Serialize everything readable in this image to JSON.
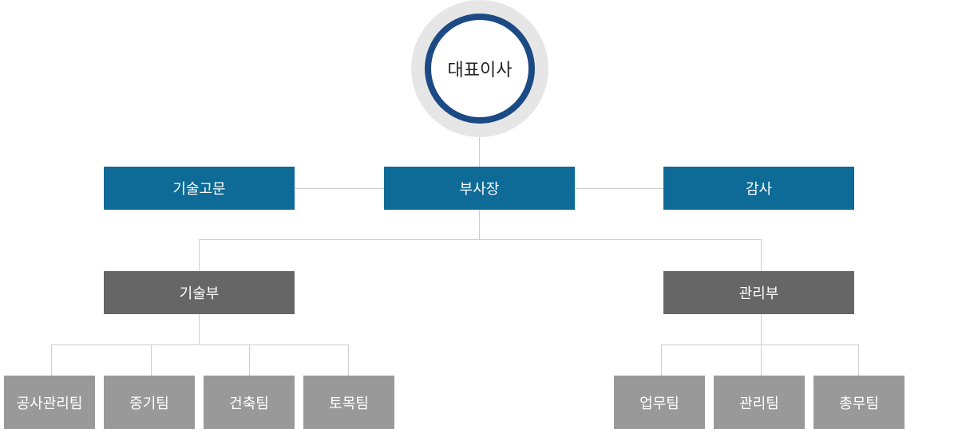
{
  "ceo": {
    "label": "대표이사"
  },
  "level1": {
    "left": "기술고문",
    "center": "부사장",
    "right": "감사"
  },
  "departments": {
    "tech": {
      "label": "기술부",
      "teams": [
        "공사관리팀",
        "중기팀",
        "건축팀",
        "토목팀"
      ]
    },
    "admin": {
      "label": "관리부",
      "teams": [
        "업무팀",
        "관리팀",
        "총무팀"
      ]
    }
  },
  "colors": {
    "ceo_ring": "#1c4a84",
    "level1": "#0e6a96",
    "department": "#666666",
    "team": "#999999",
    "connector": "#cfcfcf"
  }
}
